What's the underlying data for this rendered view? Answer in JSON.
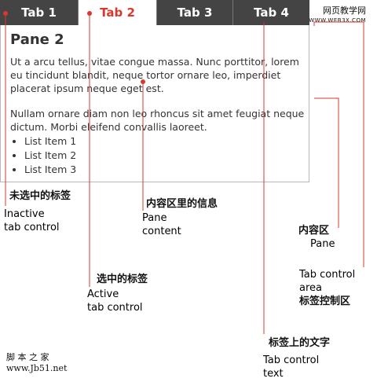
{
  "tabs": [
    {
      "label": "Tab 1",
      "active": false
    },
    {
      "label": "Tab 2",
      "active": true
    },
    {
      "label": "Tab 3",
      "active": false
    },
    {
      "label": "Tab 4",
      "active": false
    }
  ],
  "pane": {
    "title": "Pane 2",
    "paragraph1": "Ut a arcu tellus, vitae congue massa. Nunc porttitor, lorem eu tincidunt blandit, neque tortor ornare leo, imperdiet placerat ipsum neque eget est.",
    "paragraph2": "Nullam ornare diam non leo rhoncus sit amet feugiat neque dictum. Morbi eleifend convallis laoreet.",
    "list": [
      "List Item 1",
      "List Item 2",
      "List Item 3"
    ]
  },
  "annotations": {
    "inactive_tab": {
      "cn": "未选中的标签",
      "en_line1": "Inactive",
      "en_line2": "tab control"
    },
    "active_tab": {
      "cn": "选中的标签",
      "en_line1": "Active",
      "en_line2": "tab control"
    },
    "pane_content": {
      "cn": "内容区里的信息",
      "en_line1": "Pane",
      "en_line2": "content"
    },
    "pane": {
      "cn": "内容区",
      "en": "Pane"
    },
    "tab_area": {
      "en_line1": "Tab control",
      "en_line2": "area",
      "cn": "标签控制区"
    },
    "tab_text": {
      "cn": "标签上的文字",
      "en_line1": "Tab control",
      "en_line2": "text"
    }
  },
  "watermarks": {
    "top_line1": "网页教学网",
    "top_line2": "WWW.WEB3X.COM",
    "bottom_line1": "脚 本 之 家",
    "bottom_line2": "www.Jb51.net"
  },
  "colors": {
    "tabbar_bg": "#444444",
    "active_tab_text": "#d9382a",
    "callout_line": "#d9382a"
  }
}
